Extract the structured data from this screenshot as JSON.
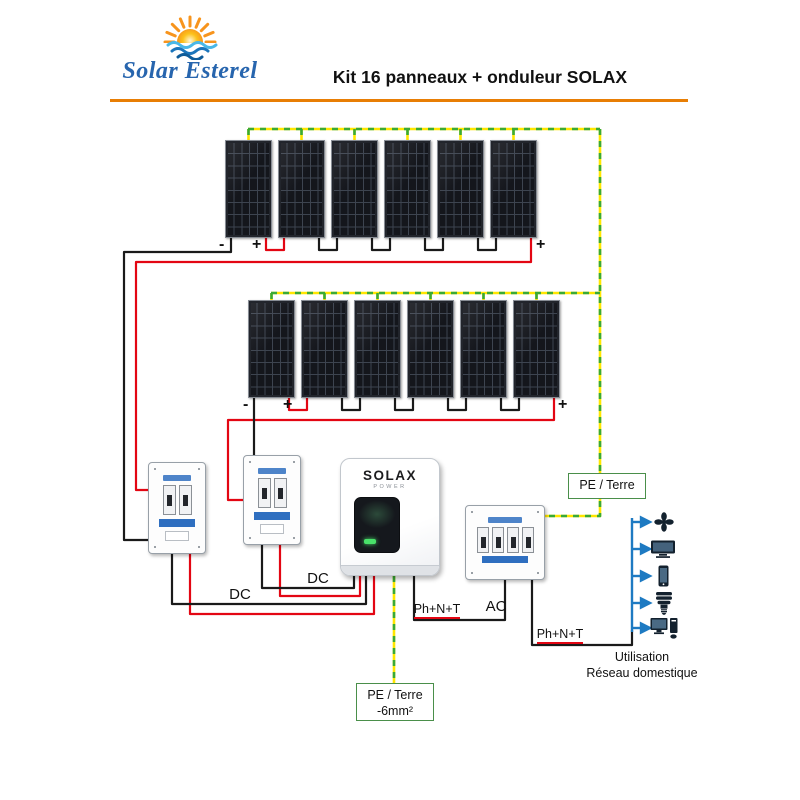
{
  "header": {
    "brand": "Solar Esterel",
    "title": "Kit 16 panneaux + onduleur SOLAX"
  },
  "inverter": {
    "brand": "SOLAX",
    "model_sub": "POWER"
  },
  "wiring_labels": {
    "dc_string1": "DC",
    "dc_string2": "DC",
    "ac_out": "Ph+N+T",
    "ac": "AC",
    "grid_out": "Ph+N+T",
    "pe_right": "PE / Terre",
    "pe_bottom_line1": "PE / Terre",
    "pe_bottom_line2": "-6mm²"
  },
  "polarity": {
    "row1_minus": "-",
    "row1_plus_left": "+",
    "row1_plus_right": "+",
    "row2_minus": "-",
    "row2_plus_left": "+",
    "row2_plus_right": "+"
  },
  "usage": {
    "line1": "Utilisation",
    "line2": "Réseau domestique"
  },
  "appliances": [
    "fan-icon",
    "tv-icon",
    "smartphone-icon",
    "bulb-icon",
    "computer-icon"
  ],
  "colors": {
    "accent_orange": "#e87e04",
    "brand_blue": "#2765ae",
    "wire_red": "#e30613",
    "wire_black": "#1a1a1a",
    "pe_yellow": "#ffe600",
    "pe_green": "#3aaa35",
    "arrow_blue": "#1e7ac2"
  }
}
